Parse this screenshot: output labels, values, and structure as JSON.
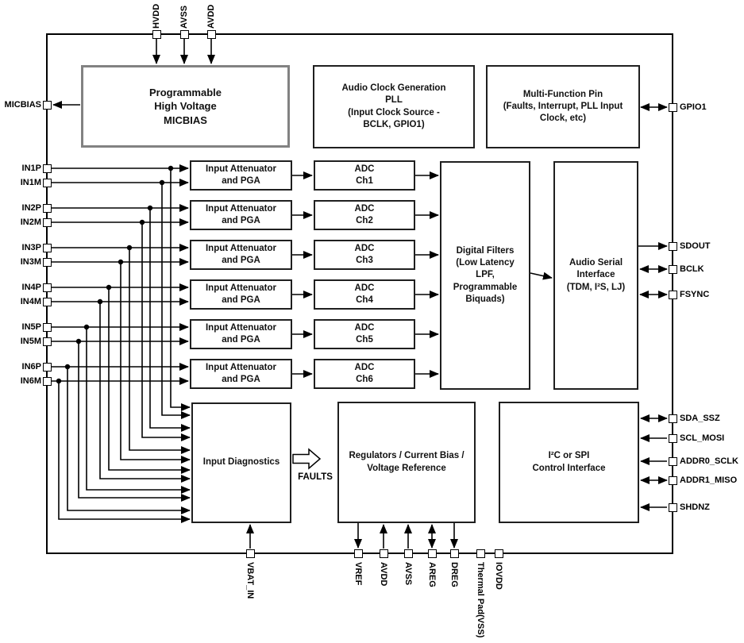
{
  "blocks": {
    "micbias": "Programmable\nHigh Voltage\nMICBIAS",
    "pll": "Audio Clock Generation\nPLL\n(Input Clock Source -\nBCLK, GPIO1)",
    "multi_function": "Multi-Function Pin\n(Faults, Interrupt, PLL Input\nClock, etc)",
    "attenuator": "Input Attenuator\nand PGA",
    "adc": [
      "ADC\nCh1",
      "ADC\nCh2",
      "ADC\nCh3",
      "ADC\nCh4",
      "ADC\nCh5",
      "ADC\nCh6"
    ],
    "digital_filters": "Digital Filters\n(Low Latency\nLPF,\nProgrammable\nBiquads)",
    "audio_serial": "Audio Serial\nInterface\n(TDM, I²S, LJ)",
    "input_diagnostics": "Input Diagnostics",
    "regulators": "Regulators / Current Bias /\nVoltage Reference",
    "control_interface": "I²C or SPI\nControl Interface"
  },
  "labels": {
    "faults": "FAULTS"
  },
  "pins": {
    "top": [
      "HVDD",
      "AVSS",
      "AVDD"
    ],
    "left": [
      "MICBIAS",
      "IN1P",
      "IN1M",
      "IN2P",
      "IN2M",
      "IN3P",
      "IN3M",
      "IN4P",
      "IN4M",
      "IN5P",
      "IN5M",
      "IN6P",
      "IN6M"
    ],
    "right": [
      "GPIO1",
      "SDOUT",
      "BCLK",
      "FSYNC",
      "SDA_SSZ",
      "SCL_MOSI",
      "ADDR0_SCLK",
      "ADDR1_MISO",
      "SHDNZ"
    ],
    "bottom": [
      "VBAT_IN",
      "VREF",
      "AVDD",
      "AVSS",
      "AREG",
      "DREG",
      "Thermal Pad(VSS)",
      "IOVDD"
    ]
  },
  "colors": {
    "background": "#ffffff",
    "line": "#000000",
    "block_border": "#1f1f1f",
    "micbias_block_border": "#828282",
    "text": "#111111"
  }
}
